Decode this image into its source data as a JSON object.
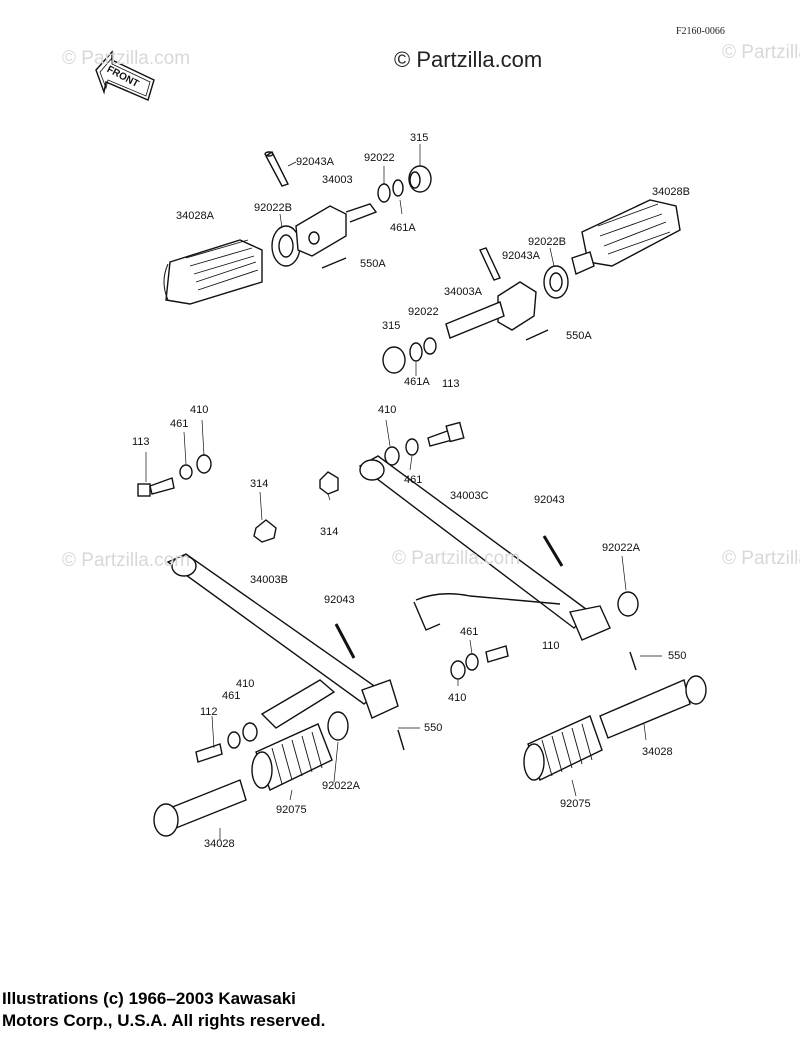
{
  "figure_id": "F2160-0066",
  "copyright": "© Partzilla.com",
  "watermark": "© Partzilla.com",
  "front_label": "FRONT",
  "footer": {
    "line1": "Illustrations (c) 1966–2003 Kawasaki",
    "line2": "Motors Corp., U.S.A.  All rights reserved."
  },
  "labels": {
    "a92043A_top": "92043A",
    "a92022_top": "92022",
    "a315_top": "315",
    "a34003": "34003",
    "a92022B_left": "92022B",
    "a34028A": "34028A",
    "a461A_top": "461A",
    "a550A_top": "550A",
    "a34028B": "34028B",
    "a92022B_right": "92022B",
    "a92043A_right": "92043A",
    "a34003A": "34003A",
    "a92022_mid": "92022",
    "a315_mid": "315",
    "a550A_right": "550A",
    "a461A_mid": "461A",
    "a113_right": "113",
    "a410_right": "410",
    "a461_right": "461",
    "a34003C": "34003C",
    "a92043_right": "92043",
    "a92022A_right": "92022A",
    "a461_lower": "461",
    "a110": "110",
    "a410_lower": "410",
    "a550_right": "550",
    "a34028_right": "34028",
    "a92075_right": "92075",
    "a113_left": "113",
    "a461_left": "461",
    "a410_left": "410",
    "a314_left": "314",
    "a314_mid": "314",
    "a34003B": "34003B",
    "a92043_left": "92043",
    "a410_bottom": "410",
    "a461_bottom": "461",
    "a112": "112",
    "a550_left": "550",
    "a92022A_left": "92022A",
    "a92075_left": "92075",
    "a34028_left": "34028"
  }
}
